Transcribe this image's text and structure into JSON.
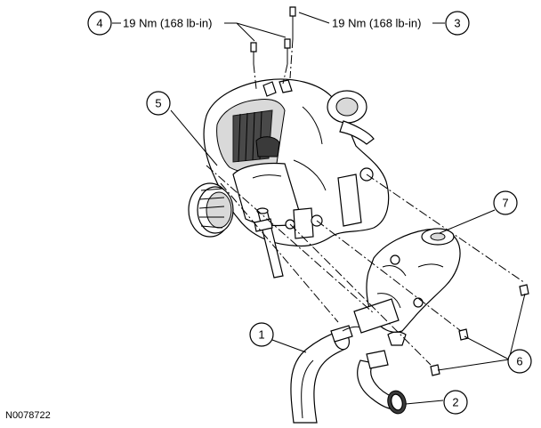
{
  "callouts": [
    {
      "id": "c1",
      "number": "1"
    },
    {
      "id": "c2",
      "number": "2"
    },
    {
      "id": "c3",
      "number": "3"
    },
    {
      "id": "c4",
      "number": "4"
    },
    {
      "id": "c5",
      "number": "5"
    },
    {
      "id": "c6",
      "number": "6"
    },
    {
      "id": "c7",
      "number": "7"
    }
  ],
  "torque_labels": {
    "left": "19 Nm (168 lb-in)",
    "right": "19 Nm (168 lb-in)"
  },
  "figure_id": "N0078722"
}
